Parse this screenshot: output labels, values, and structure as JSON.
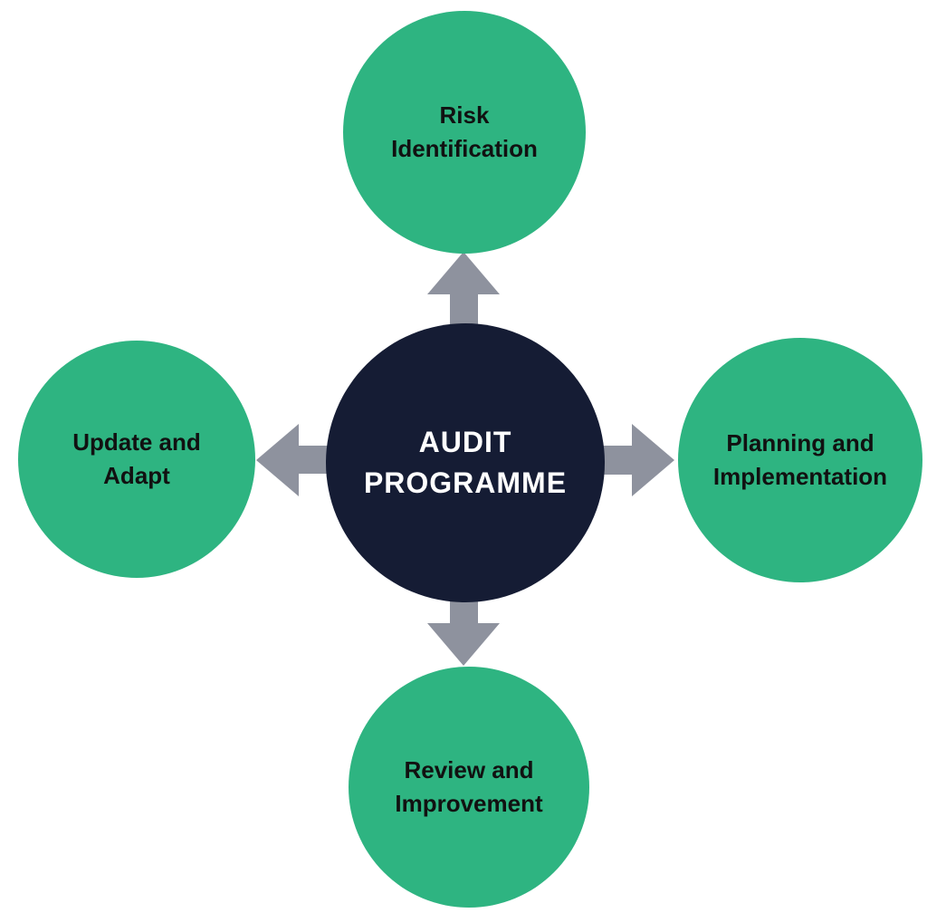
{
  "diagram": {
    "center": {
      "label": "AUDIT PROGRAMME",
      "line1": "AUDIT",
      "line2": "PROGRAMME"
    },
    "nodes": [
      {
        "position": "top",
        "label": "Risk Identification",
        "line1": "Risk",
        "line2": "Identification"
      },
      {
        "position": "right",
        "label": "Planning and Implementation",
        "line1": "Planning and",
        "line2": "Implementation"
      },
      {
        "position": "bottom",
        "label": "Review and Improvement",
        "line1": "Review and",
        "line2": "Improvement"
      },
      {
        "position": "left",
        "label": "Update and Adapt",
        "line1": "Update and",
        "line2": "Adapt"
      }
    ],
    "arrows": [
      {
        "direction": "up"
      },
      {
        "direction": "right"
      },
      {
        "direction": "down"
      },
      {
        "direction": "left"
      }
    ],
    "colors": {
      "background": "#FFFFFF",
      "node_fill": "#2EB481",
      "center_fill": "#151C34",
      "arrow_fill": "#8E929E",
      "node_text": "#111111",
      "center_text": "#FFFFFF"
    }
  }
}
